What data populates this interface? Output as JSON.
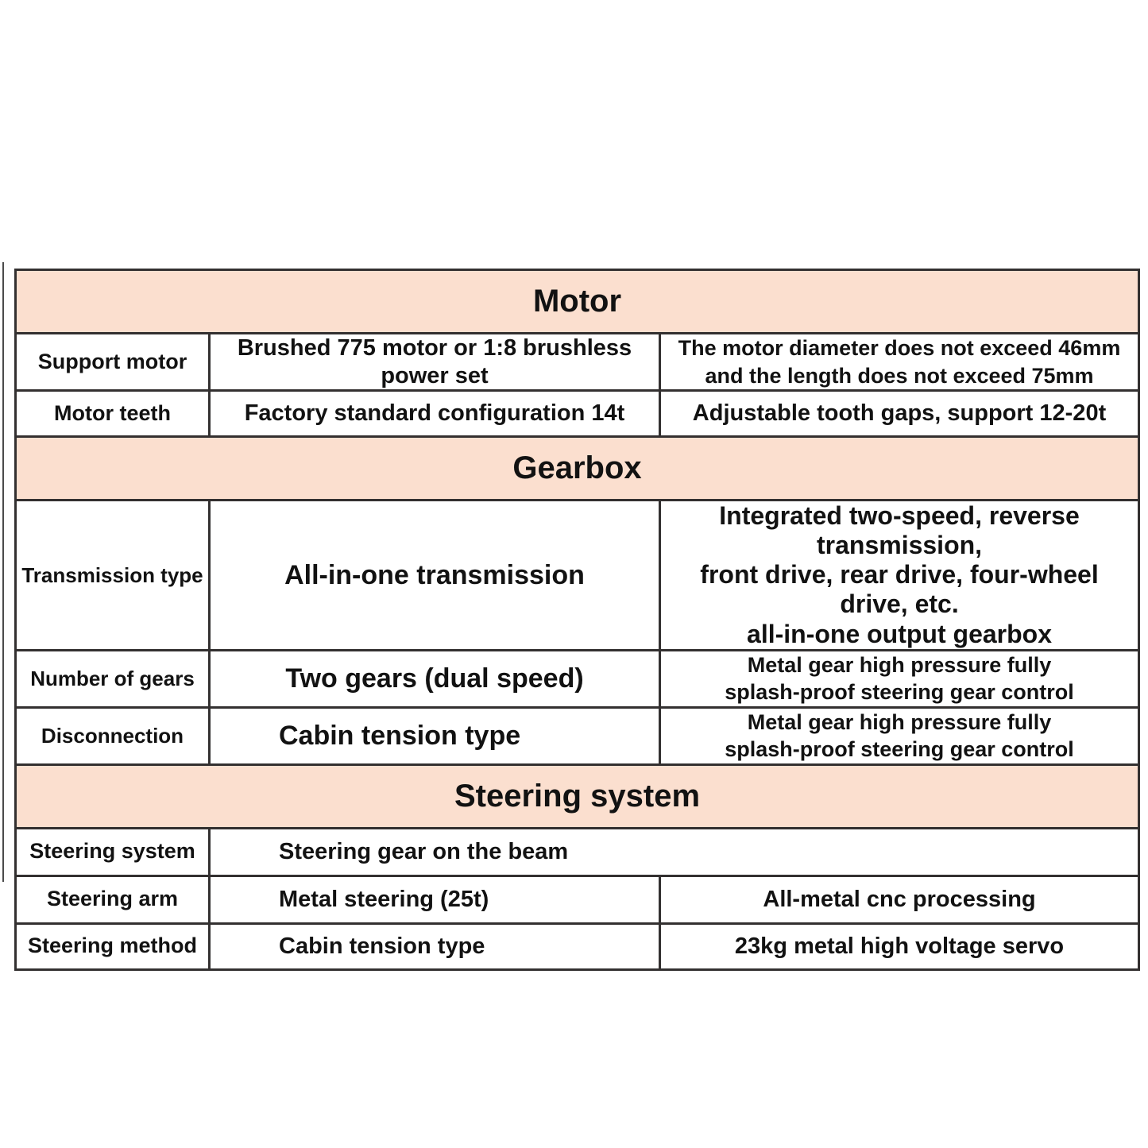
{
  "document": {
    "type": "specification-table",
    "accent_header_color": "#fbdfcf",
    "border_color": "#333030",
    "text_color": "#121212",
    "background_color": "#ffffff"
  },
  "sections": [
    {
      "title": "Motor",
      "rows": [
        {
          "attribute": "Support motor",
          "value": "Brushed 775 motor or 1:8 brushless power set",
          "note_line1": "The motor diameter does not exceed 46mm",
          "note_line2": "and the length does not exceed 75mm"
        },
        {
          "attribute": "Motor teeth",
          "value": "Factory standard configuration 14t",
          "note_line1": "Adjustable tooth gaps, support 12-20t",
          "note_line2": ""
        }
      ]
    },
    {
      "title": "Gearbox",
      "rows": [
        {
          "attribute": "Transmission type",
          "value": "All-in-one transmission",
          "note_line1": "Integrated two-speed, reverse transmission,",
          "note_line2": "front drive, rear drive, four-wheel drive, etc.",
          "note_line3": "all-in-one output gearbox"
        },
        {
          "attribute": "Number of gears",
          "value": "Two gears (dual speed)",
          "note_line1": "Metal gear high pressure fully",
          "note_line2": "splash-proof steering gear control"
        },
        {
          "attribute": "Disconnection",
          "value": "Cabin tension type",
          "note_line1": "Metal gear high pressure fully",
          "note_line2": "splash-proof steering gear control"
        }
      ]
    },
    {
      "title": "Steering system",
      "rows": [
        {
          "attribute": "Steering system",
          "value": "Steering gear on the beam",
          "note_line1": "",
          "note_line2": "",
          "merged": true
        },
        {
          "attribute": "Steering arm",
          "value": "Metal steering (25t)",
          "note_line1": "All-metal cnc processing",
          "note_line2": ""
        },
        {
          "attribute": "Steering method",
          "value": "Cabin tension type",
          "note_line1": "23kg metal high voltage servo",
          "note_line2": ""
        }
      ]
    }
  ]
}
